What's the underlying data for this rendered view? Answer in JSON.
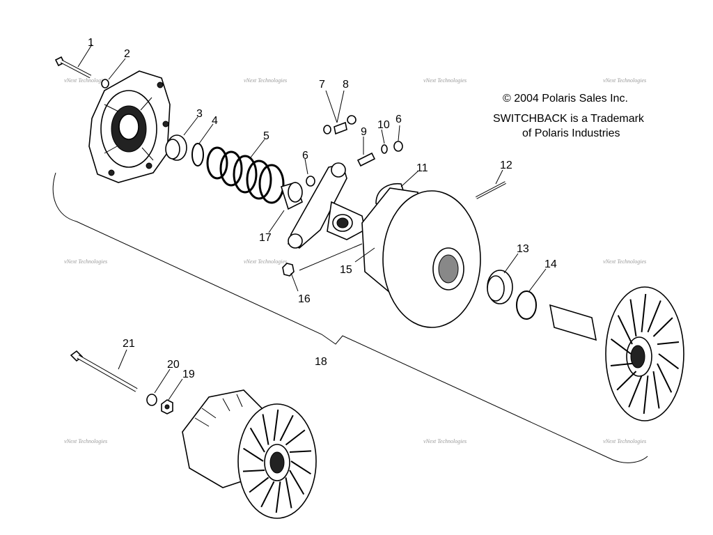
{
  "copyright": {
    "line1": "© 2004 Polaris Sales Inc.",
    "line2": "SWITCHBACK is a Trademark",
    "line3": "of Polaris Industries"
  },
  "watermark": {
    "text": "vNext Technologies"
  },
  "callouts": {
    "c1": "1",
    "c2": "2",
    "c3": "3",
    "c4": "4",
    "c5": "5",
    "c6a": "6",
    "c6b": "6",
    "c7": "7",
    "c8": "8",
    "c9": "9",
    "c10": "10",
    "c11": "11",
    "c12": "12",
    "c13": "13",
    "c14": "14",
    "c15": "15",
    "c16": "16",
    "c17": "17",
    "c18": "18",
    "c19": "19",
    "c20": "20",
    "c21": "21"
  }
}
